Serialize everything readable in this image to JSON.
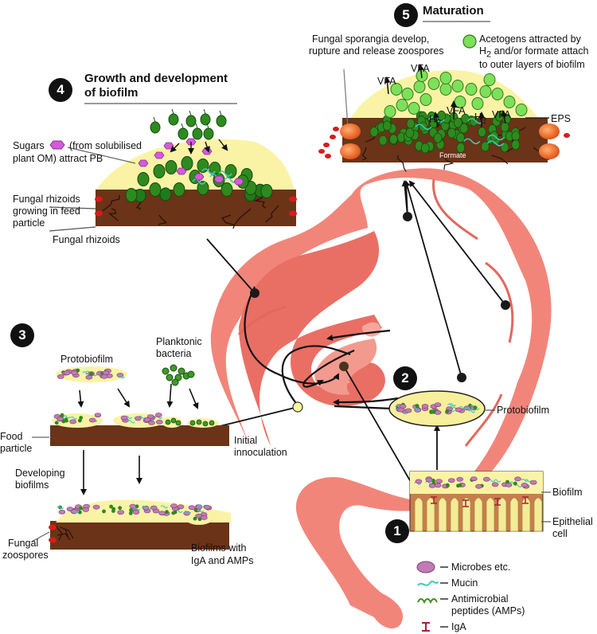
{
  "steps": {
    "s1": "1",
    "s2": "2",
    "s3": "3",
    "s4": "4",
    "s5": "5"
  },
  "stage4": {
    "title_line1": "Growth and development",
    "title_line2": "of biofilm",
    "sugars_line1": "Sugars",
    "sugars_line1b": "(from solubilised",
    "sugars_line2": "plant OM) attract PB",
    "rhizoids_feed_1": "Fungal rhizoids",
    "rhizoids_feed_2": "growing in feed",
    "rhizoids_feed_3": "particle",
    "rhizoids": "Fungal rhizoids"
  },
  "stage5": {
    "title": "Maturation",
    "sporangia_1": "Fungal sporangia develop,",
    "sporangia_2": "rupture and release zoospores",
    "acetogens_1": "Acetogens attracted by",
    "acetogens_2a": "H",
    "acetogens_2sub": "2",
    "acetogens_2b": " and/or formate attach",
    "acetogens_3": "to outer layers of biofilm",
    "vfa": "VFA",
    "h2": "H",
    "h2_sub": "2",
    "eps": "EPS",
    "formate": "Formate"
  },
  "stage3": {
    "protobiofilm": "Protobiofilm",
    "planktonic_1": "Planktonic",
    "planktonic_2": "bacteria",
    "food_1": "Food",
    "food_2": "particle",
    "developing_1": "Developing",
    "developing_2": "biofilms",
    "zoospores_1": "Fungal",
    "zoospores_2": "zoospores",
    "iga_amps_1": "Biofilms with",
    "iga_amps_2": "IgA and AMPs",
    "inoculation_1": "Initial",
    "inoculation_2": "innoculation"
  },
  "stage2": {
    "protobiofilm": "Protobiofilm"
  },
  "stage1": {
    "biofilm": "Biofilm",
    "epithelial_1": "Epithelial",
    "epithelial_2": "cell"
  },
  "legend": {
    "microbes": "Microbes etc.",
    "mucin": "Mucin",
    "amp_1": "Antimicrobial",
    "amp_2": "peptides (AMPs)",
    "iga": "IgA"
  },
  "colors": {
    "gut": "#f2857a",
    "gut_shade": "#e2685e",
    "biofilm_yellow": "#faf3a6",
    "particle_brown": "#6b3318",
    "bacteria_green": "#3f8f22",
    "acetogen_green": "#7ee05a",
    "sporangia_orange": "#f0651e",
    "zoospore_red": "#d81b1b",
    "mucin_cyan": "#3fc9c0",
    "microbe_pink": "#c27ab5",
    "iga_red": "#a8203a",
    "villi": "#f4ec98",
    "tissue": "#c77e4e"
  }
}
